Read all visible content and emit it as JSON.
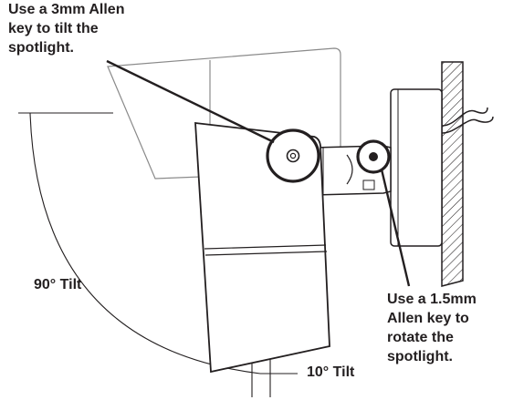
{
  "annotations": {
    "tilt_tool": [
      "Use a 3mm Allen",
      "key to tilt the",
      "spotlight."
    ],
    "rotate_tool": [
      "Use a 1.5mm",
      "Allen key to",
      "rotate the",
      "spotlight."
    ],
    "tilt_max": "90° Tilt",
    "tilt_min": "10° Tilt"
  },
  "colors": {
    "line": "#231f20",
    "ghost_line": "#8a8a8a"
  },
  "icons": [
    "wall-hatch-icon",
    "allen-screw-icon",
    "cable-icon"
  ]
}
